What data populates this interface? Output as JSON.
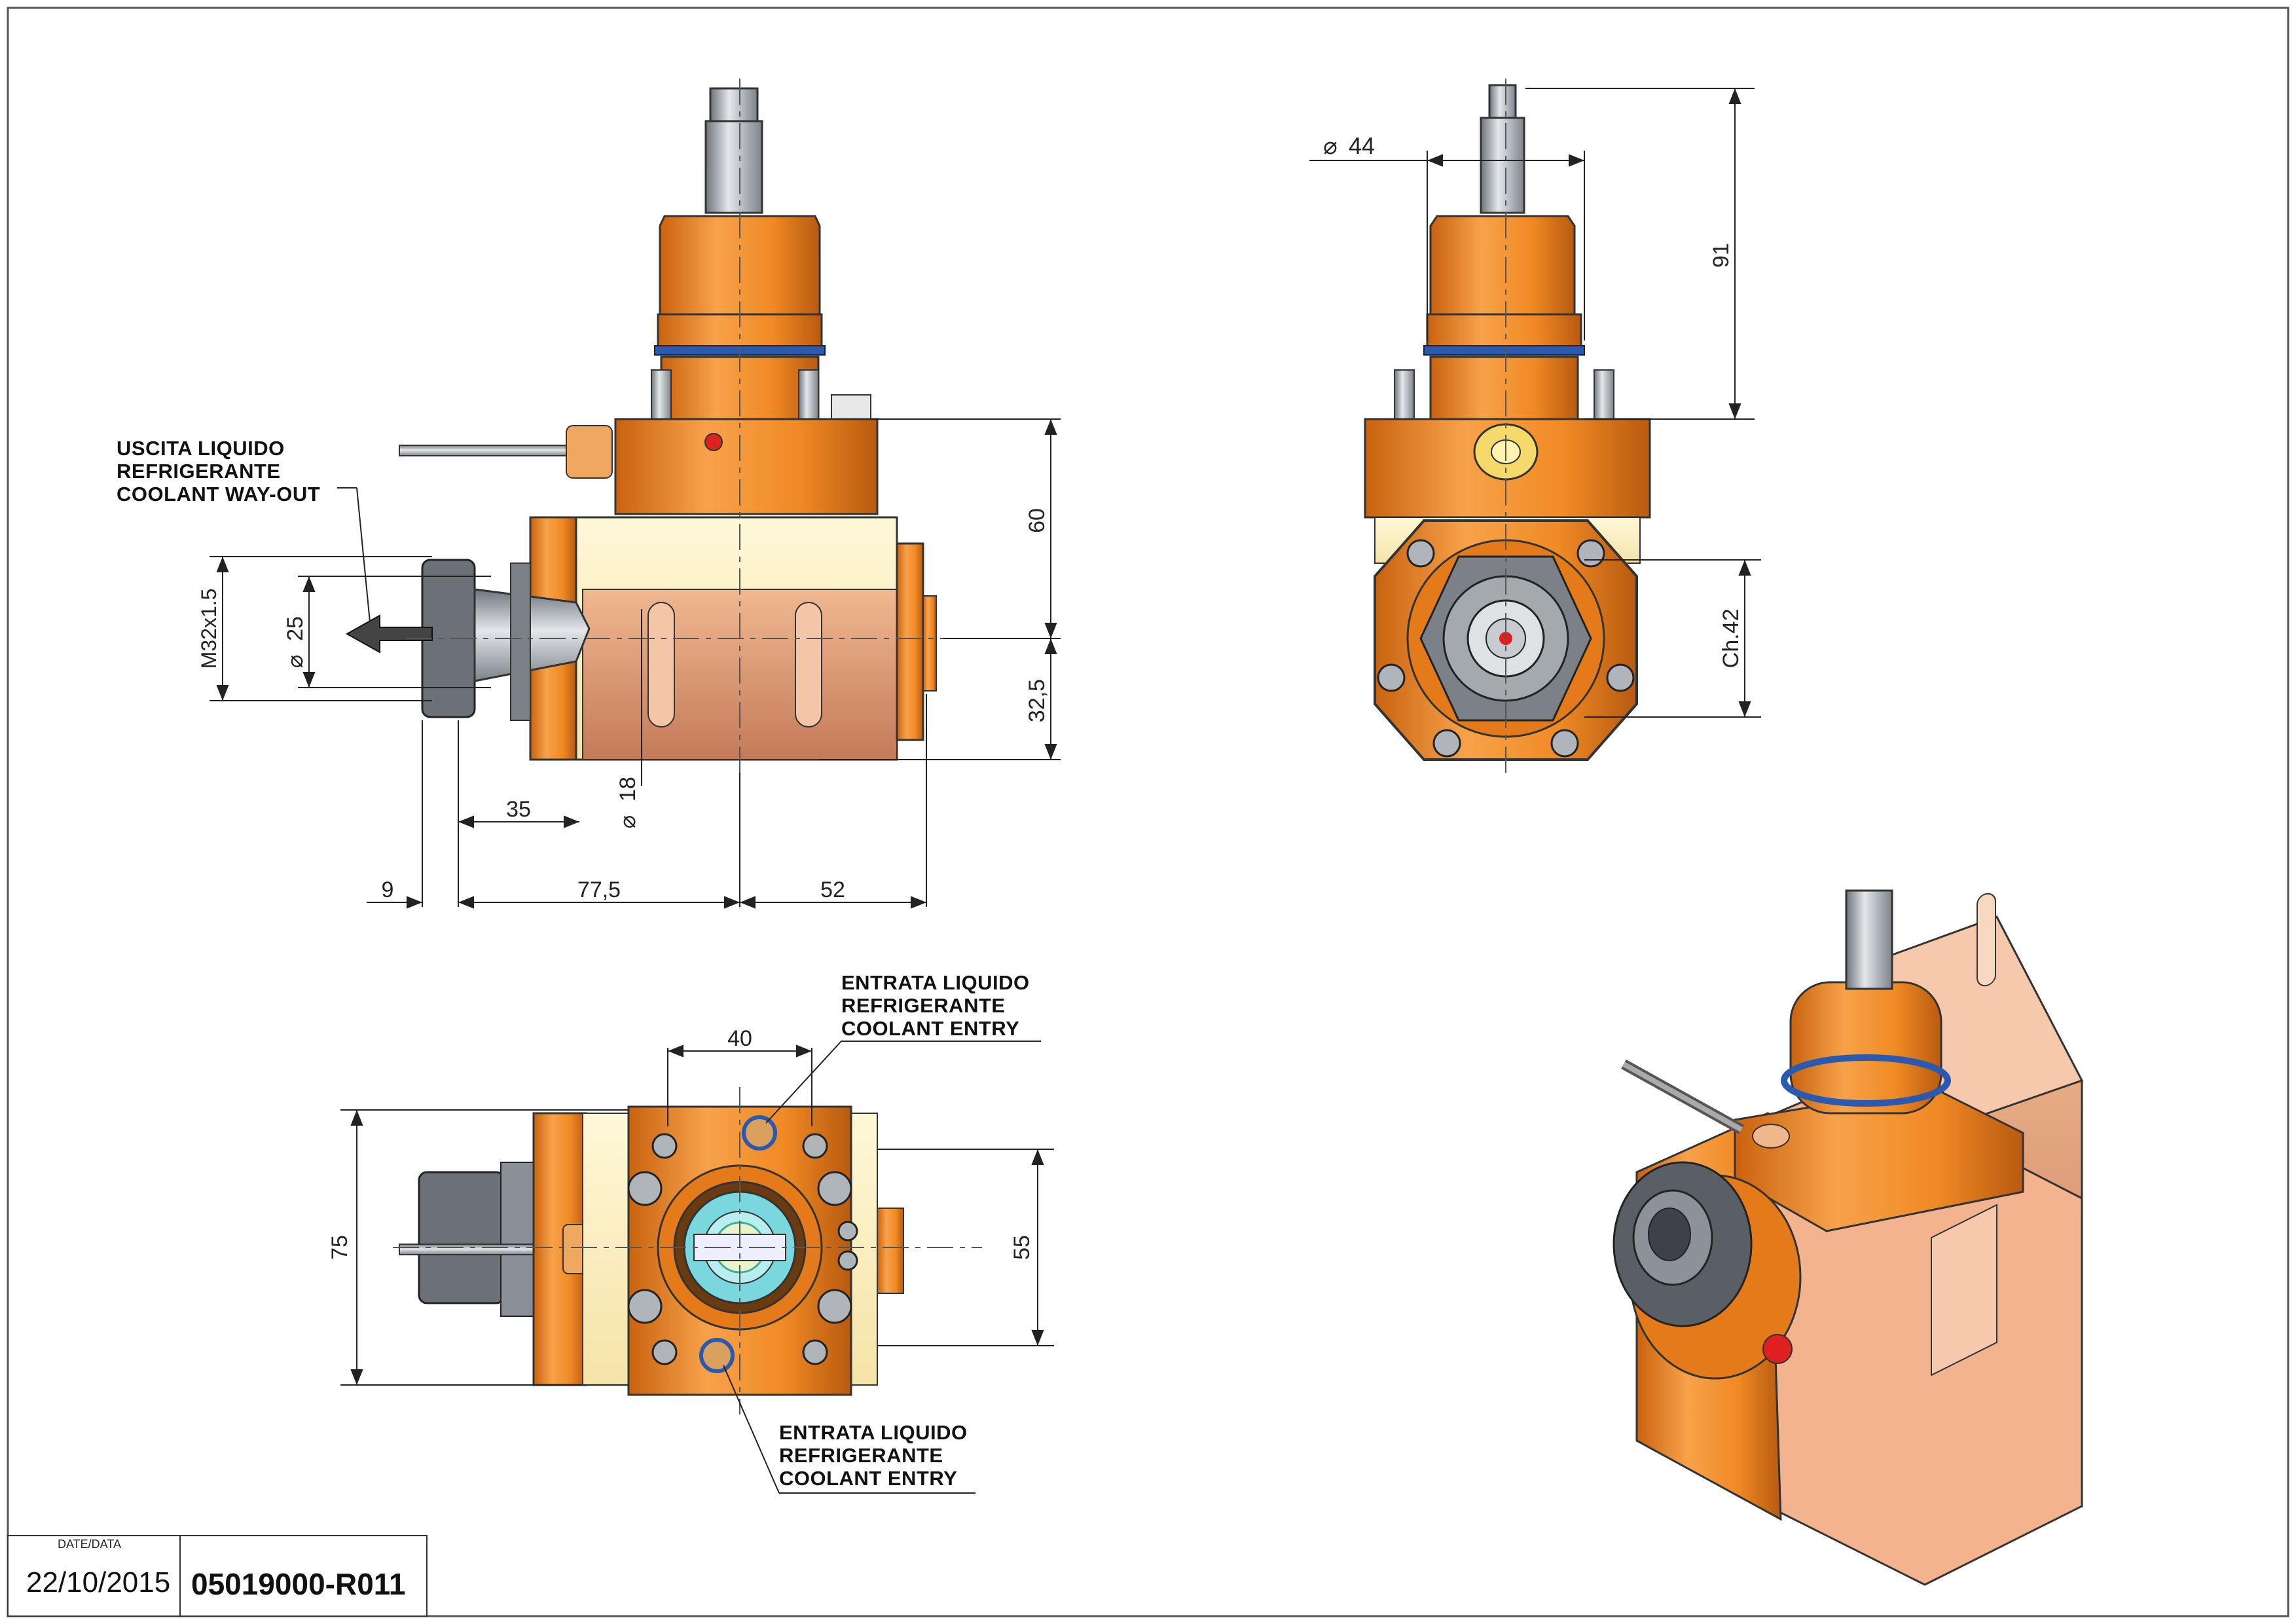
{
  "drawing": {
    "callouts": {
      "coolant_out": [
        "USCITA LIQUIDO",
        "REFRIGERANTE",
        "COOLANT WAY-OUT"
      ],
      "coolant_in_top": [
        "ENTRATA LIQUIDO",
        "REFRIGERANTE",
        "COOLANT ENTRY"
      ],
      "coolant_in_bottom": [
        "ENTRATA LIQUIDO",
        "REFRIGERANTE",
        "COOLANT ENTRY"
      ]
    },
    "dimensions": {
      "thread": "M32x1.5",
      "dia_25": "25",
      "dia_18": "18",
      "dia_44": "44",
      "d60": "60",
      "d32_5": "32,5",
      "d35": "35",
      "d9": "9",
      "d77_5": "77,5",
      "d52": "52",
      "d91": "91",
      "ch42": "Ch.42",
      "d40": "40",
      "d75": "75",
      "d55": "55"
    },
    "colors": {
      "orange": "#f08a24",
      "orange_dark": "#b85a10",
      "cream": "#fdf3c8",
      "copper": "#d9896a",
      "steel": "#9aa0a8",
      "blue_ring": "#2a5ab0"
    }
  },
  "title_block": {
    "date_label": "DATE/DATA",
    "date": "22/10/2015",
    "code": "05019000-R011"
  }
}
